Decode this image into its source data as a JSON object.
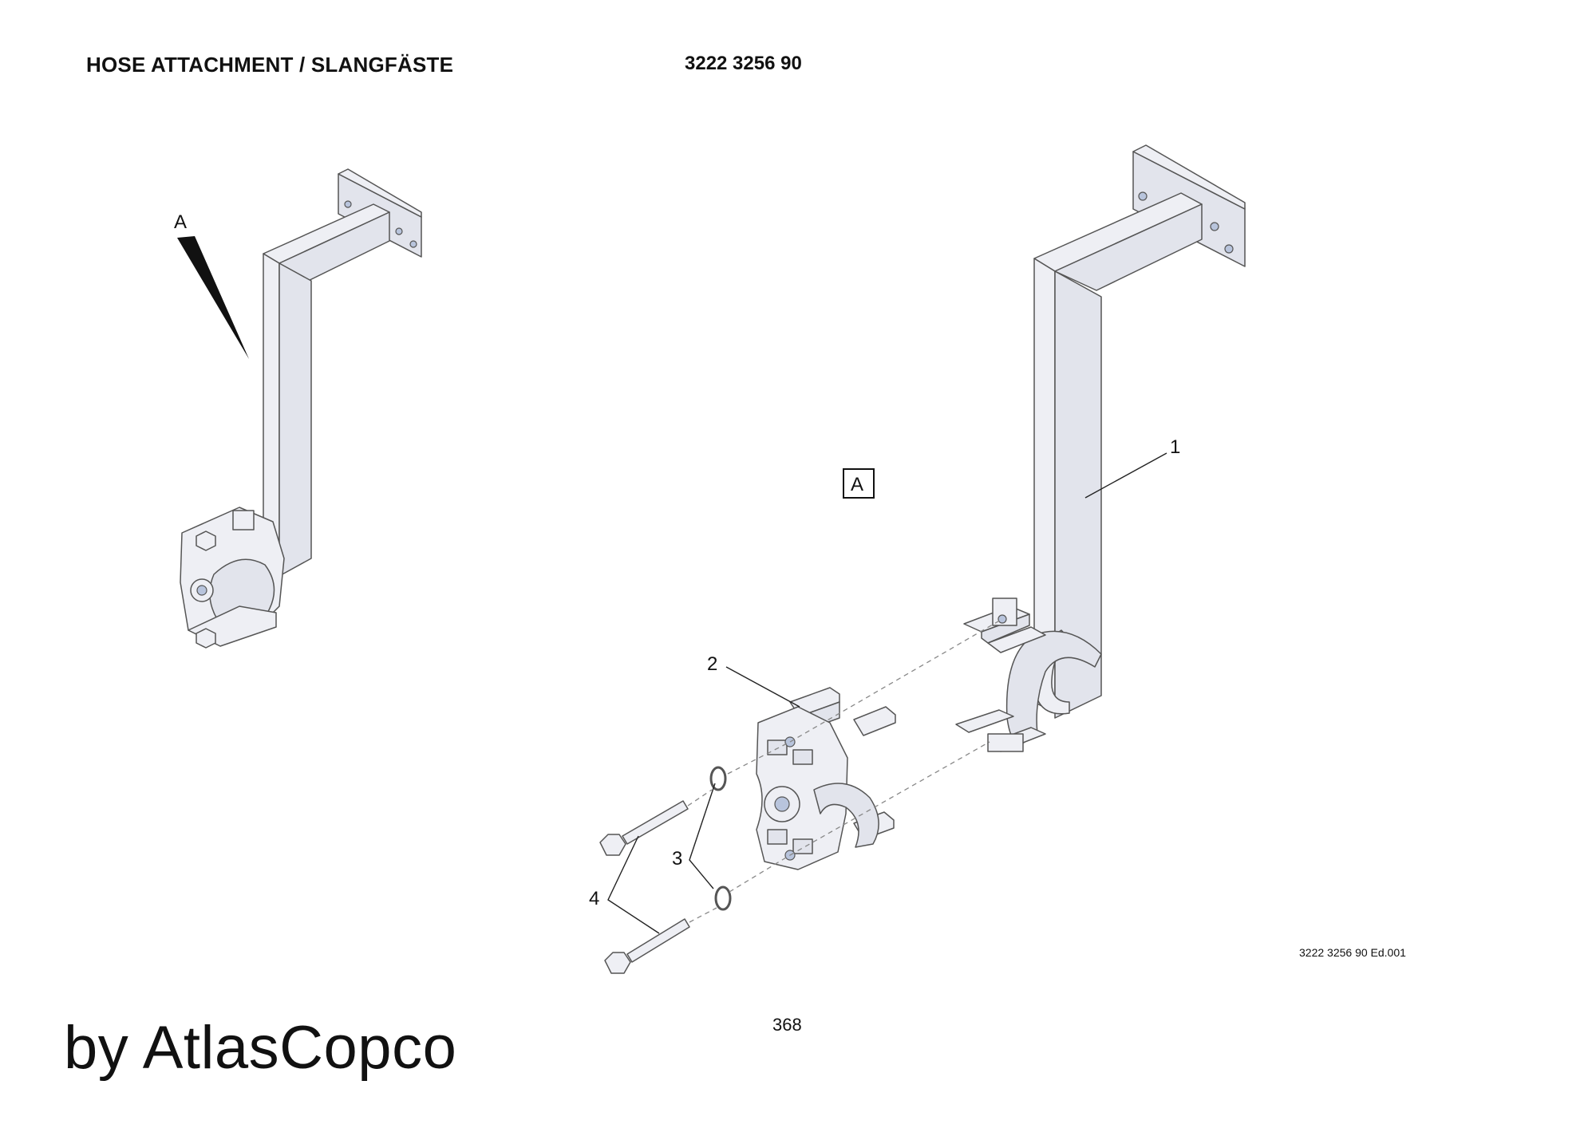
{
  "header": {
    "title": "HOSE ATTACHMENT / SLANGFÄSTE",
    "part_number": "3222 3256 90"
  },
  "views": {
    "detail_label": "A",
    "detail_box_label": "A"
  },
  "callouts": {
    "item1": "1",
    "item2": "2",
    "item3": "3",
    "item4": "4"
  },
  "footer": {
    "edition_code": "3222 3256 90 Ed.001",
    "page_number": "368",
    "watermark": "by AtlasCopco"
  },
  "colors": {
    "part_fill": "#eeeff4",
    "part_stroke": "#555555",
    "hole_fill": "#b8c4dc",
    "text": "#111111"
  }
}
